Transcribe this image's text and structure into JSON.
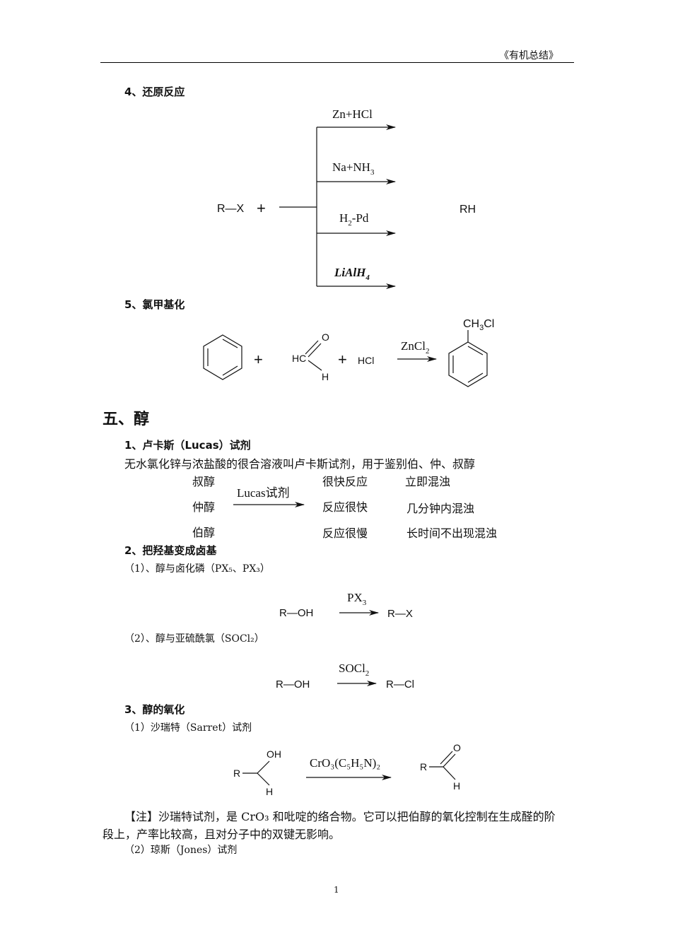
{
  "header": {
    "running_title": "《有机总结》"
  },
  "section4": {
    "heading": "4、还原反应",
    "reactant": "R—X",
    "plus": "+",
    "product": "RH",
    "reagent_zn": "Zn+HCl",
    "reagent_na": "Na+NH",
    "reagent_na_sub": "3",
    "reagent_h2": "H",
    "reagent_h2_sub": "2",
    "reagent_h2_rest": "-Pd",
    "reagent_li": "LiAlH",
    "reagent_li_sub": "4"
  },
  "section5": {
    "heading": "5、氯甲基化",
    "plus1": "+",
    "plus2": "+",
    "formaldehyde_hc": "HC",
    "formaldehyde_o": "O",
    "formaldehyde_h": "H",
    "hcl": "HCl",
    "catalyst": "ZnCl",
    "catalyst_sub": "2",
    "product_sub": "CH",
    "product_sub_num": "3",
    "product_sub_rest": "Cl"
  },
  "chapter": {
    "title": "五、醇"
  },
  "lucas": {
    "heading": "1、卢卡斯（Lucas）试剂",
    "description": "无水氯化锌与浓盐酸的很合溶液叫卢卡斯试剂，用于鉴别伯、仲、叔醇",
    "reagent": "Lucas试剂",
    "rows": [
      {
        "alcohol": "叔醇",
        "rate": "很快反应",
        "observation": "立即混浊"
      },
      {
        "alcohol": "仲醇",
        "rate": "反应很快",
        "observation": "几分钟内混浊"
      },
      {
        "alcohol": "伯醇",
        "rate": "反应很慢",
        "observation": "长时间不出现混浊"
      }
    ]
  },
  "halogenation": {
    "heading": "2、把羟基变成卤基",
    "sub1": "（1）、醇与卤化磷（PX₅、PX₃）",
    "r1_left": "R—OH",
    "r1_reagent": "PX",
    "r1_reagent_sub": "3",
    "r1_right": "R—X",
    "sub2": "（2）、醇与亚硫酰氯（SOCl₂）",
    "r2_left": "R—OH",
    "r2_reagent": "SOCl",
    "r2_reagent_sub": "2",
    "r2_right": "R—Cl"
  },
  "oxidation": {
    "heading": "3、醇的氧化",
    "sub1": "（1）沙瑞特（Sarret）试剂",
    "oh": "OH",
    "r": "R",
    "h": "H",
    "reagent": "CrO₃(C₅H₅N)₂",
    "prod_r": "R",
    "prod_o": "O",
    "prod_h": "H",
    "note_line1": "【注】沙瑞特试剂，是 CrO₃ 和吡啶的络合物。它可以把伯醇的氧化控制在生成醛的阶",
    "note_line2": "段上，产率比较高，且对分子中的双键无影响。",
    "sub2": "（2）琼斯（Jones）试剂"
  },
  "footer": {
    "page_number": "1"
  }
}
